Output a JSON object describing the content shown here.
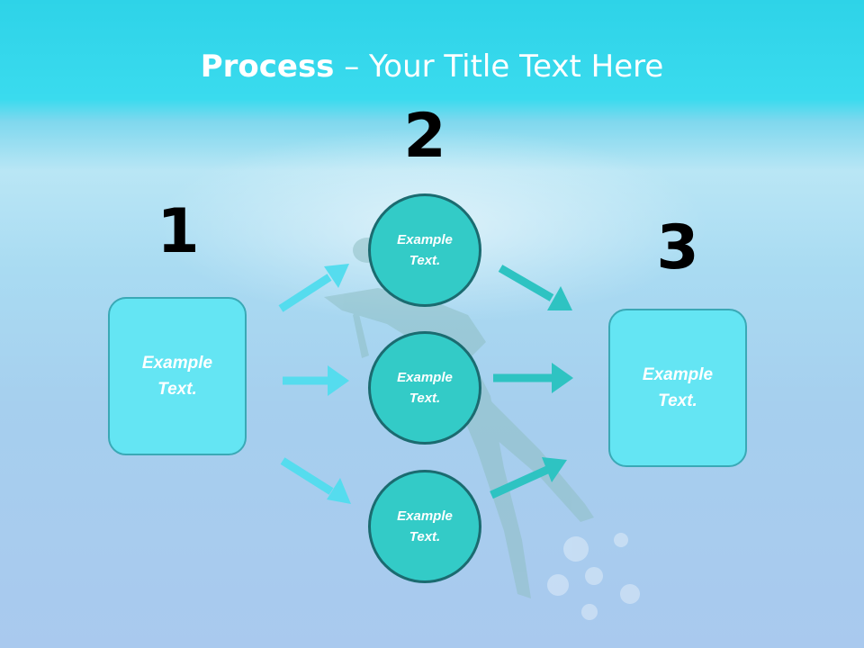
{
  "title": {
    "bold": "Process",
    "rest": " – Your Title Text Here"
  },
  "steps": [
    {
      "number": "1",
      "text": [
        "Example",
        "Text."
      ]
    },
    {
      "number": "2",
      "circles": [
        {
          "text": [
            "Example",
            "Text."
          ]
        },
        {
          "text": [
            "Example",
            "Text."
          ]
        },
        {
          "text": [
            "Example",
            "Text."
          ]
        }
      ]
    },
    {
      "number": "3",
      "text": [
        "Example",
        "Text."
      ]
    }
  ],
  "colors": {
    "box": "#64e5f3",
    "circle": "#33cbc7",
    "arrow_light": "#55dcee",
    "arrow_dark": "#2ec3c2"
  }
}
